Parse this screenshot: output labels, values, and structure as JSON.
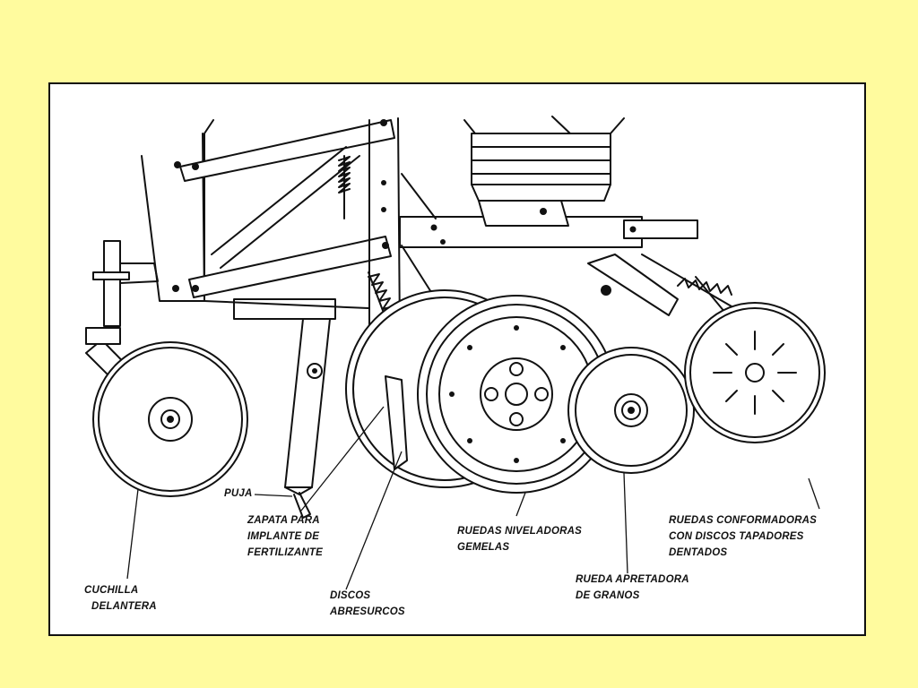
{
  "background_color": "#FFFB9E",
  "diagram": {
    "labels": {
      "puja": "PUJA",
      "zapata": [
        "ZAPATA PARA",
        "IMPLANTE DE",
        "FERTILIZANTE"
      ],
      "cuchilla": [
        "CUCHILLA",
        "DELANTERA"
      ],
      "discos": [
        "DISCOS",
        "ABRESURCOS"
      ],
      "ruedas_niveladoras": [
        "RUEDAS NIVELADORAS",
        "GEMELAS"
      ],
      "rueda_apretadora": [
        "RUEDA APRETADORA",
        "DE GRANOS"
      ],
      "ruedas_conformadoras": [
        "RUEDAS CONFORMADORAS",
        "CON DISCOS TAPADORES",
        "DENTADOS"
      ]
    }
  }
}
